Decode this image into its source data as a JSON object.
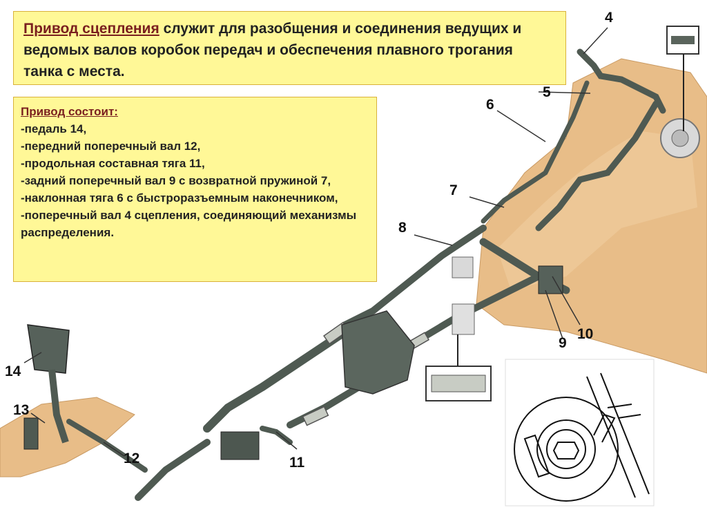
{
  "title": {
    "lead": "Привод сцепления",
    "rest": " служит для разобщения и соединения ведущих и ведомых валов коробок передач и обеспечения плавного трогания танка с места."
  },
  "composition": {
    "heading": "Привод состоит:",
    "items": [
      " -педаль 14,",
      "-передний поперечный вал 12,",
      "-продольная составная тяга 11,",
      "-задний поперечный вал 9 с возвратной пружиной 7,",
      "-наклонная тяга 6 с быстроразъемным наконечником,",
      "-поперечный вал 4 сцепления, соединяющий механизмы распределения."
    ]
  },
  "callouts": {
    "c4": "4",
    "c5": "5",
    "c6": "6",
    "c7": "7",
    "c8": "8",
    "c9": "9",
    "c10": "10",
    "c11": "11",
    "c12": "12",
    "c13": "13",
    "c14": "14"
  },
  "colors": {
    "box_fill": "#fff897",
    "accent_text": "#7a1f1f",
    "hull": "#e8bd88",
    "metal": "#4f5a52"
  }
}
